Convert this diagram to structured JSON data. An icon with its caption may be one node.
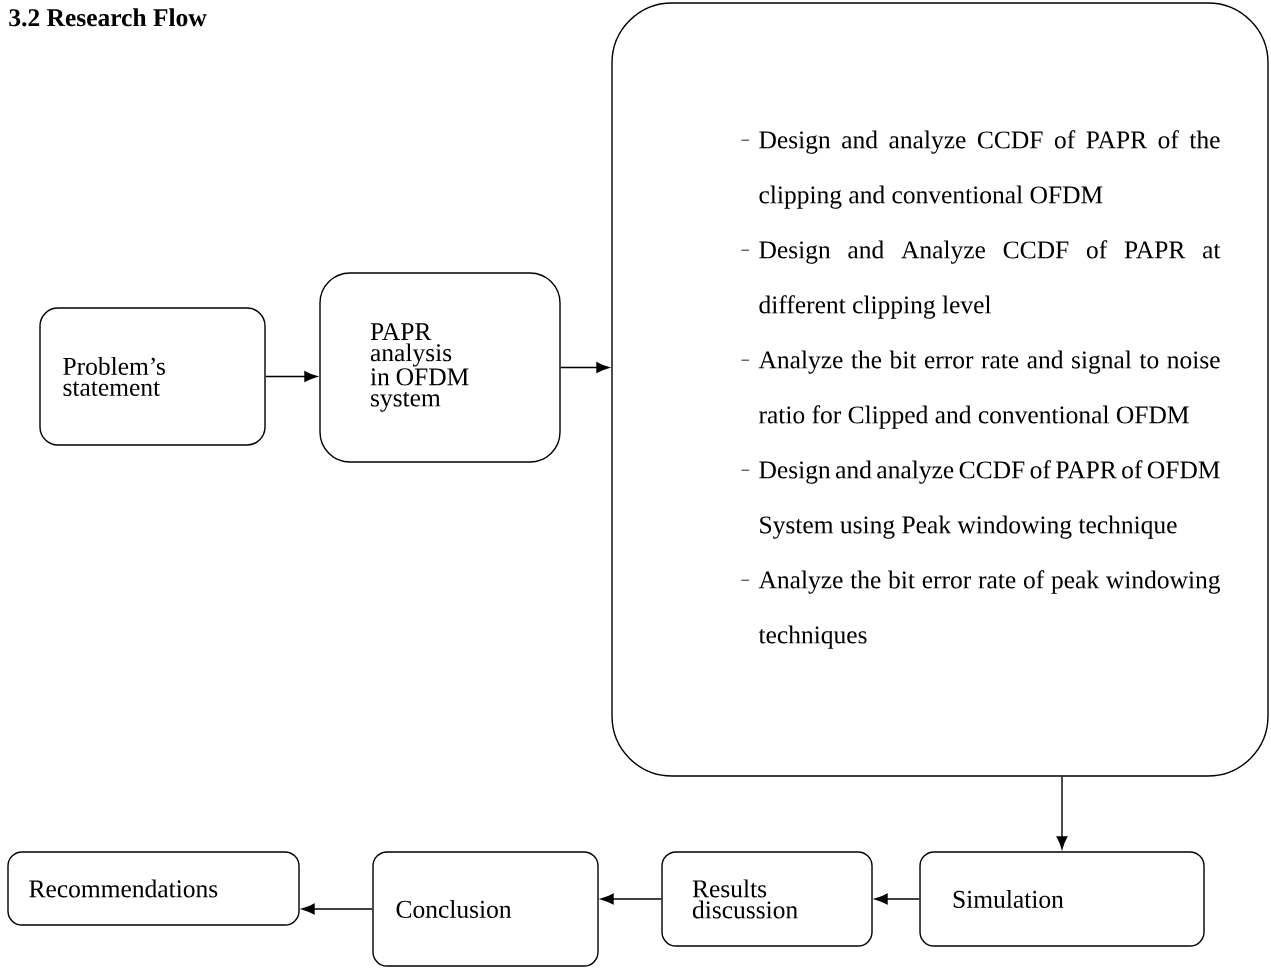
{
  "diagram": {
    "title": "3.2 Research Flow",
    "nodes": [
      {
        "text": [
          "Problem’s statement"
        ]
      },
      {
        "text": [
          "PAPR analysis in OFDM system"
        ]
      },
      {
        "text": [
          "Design and analyze CCDF of PAPR of the clipping and conventional OFDM",
          "Design and Analyze CCDF of PAPR at different clipping level",
          "Analyze the bit error rate and signal to noise ratio for Clipped and conventional OFDM",
          "Design and analyze CCDF of PAPR of OFDM System using Peak windowing technique",
          "Analyze the bit error rate of peak windowing techniques"
        ]
      },
      {
        "text": [
          "Simulation"
        ]
      },
      {
        "text": [
          "Results discussion"
        ]
      },
      {
        "text": [
          "Conclusion"
        ]
      },
      {
        "text": [
          "Recommendations"
        ]
      }
    ],
    "edges": [
      {
        "from": 0,
        "to": 1,
        "arrow": "to"
      },
      {
        "from": 1,
        "to": 2,
        "arrow": "to"
      },
      {
        "from": 2,
        "to": 3,
        "arrow": "to"
      },
      {
        "from": 3,
        "to": 4,
        "arrow": "to"
      },
      {
        "from": 4,
        "to": 5,
        "arrow": "to"
      },
      {
        "from": 5,
        "to": 6,
        "arrow": "to"
      }
    ]
  }
}
